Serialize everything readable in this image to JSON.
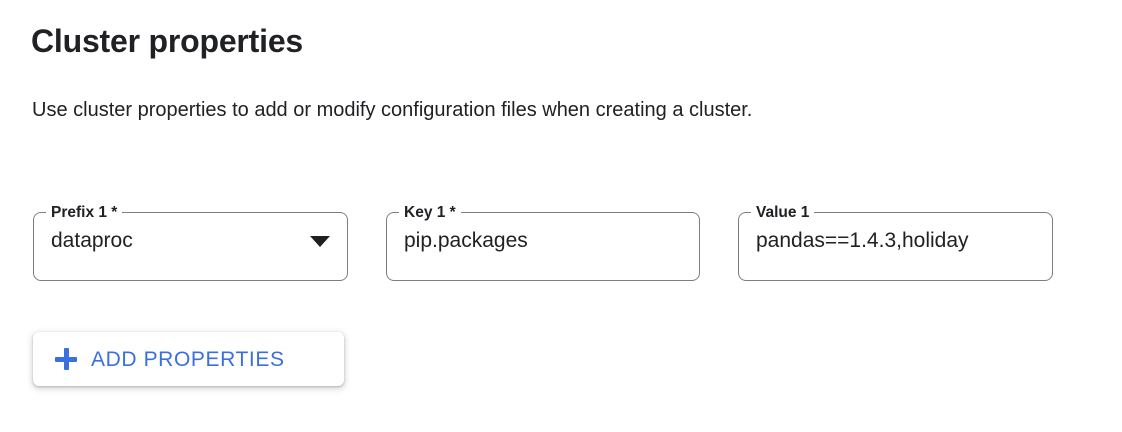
{
  "section": {
    "title": "Cluster properties",
    "description": "Use cluster properties to add or modify configuration files when creating a cluster."
  },
  "fields": [
    {
      "name": "prefix",
      "label": "Prefix 1 *",
      "value": "dataproc",
      "control": "select",
      "icon": "chevron-down-icon"
    },
    {
      "name": "key",
      "label": "Key 1 *",
      "value": "pip.packages",
      "control": "text"
    },
    {
      "name": "value",
      "label": "Value 1",
      "value": "pandas==1.4.3,holiday",
      "control": "text"
    }
  ],
  "actions": {
    "add_properties": {
      "label": "ADD PROPERTIES",
      "icon": "plus-icon"
    }
  },
  "colors": {
    "accent_blue": "#3b6fe0",
    "text_primary": "#202124",
    "field_border": "#7b7f84",
    "background": "#ffffff"
  }
}
